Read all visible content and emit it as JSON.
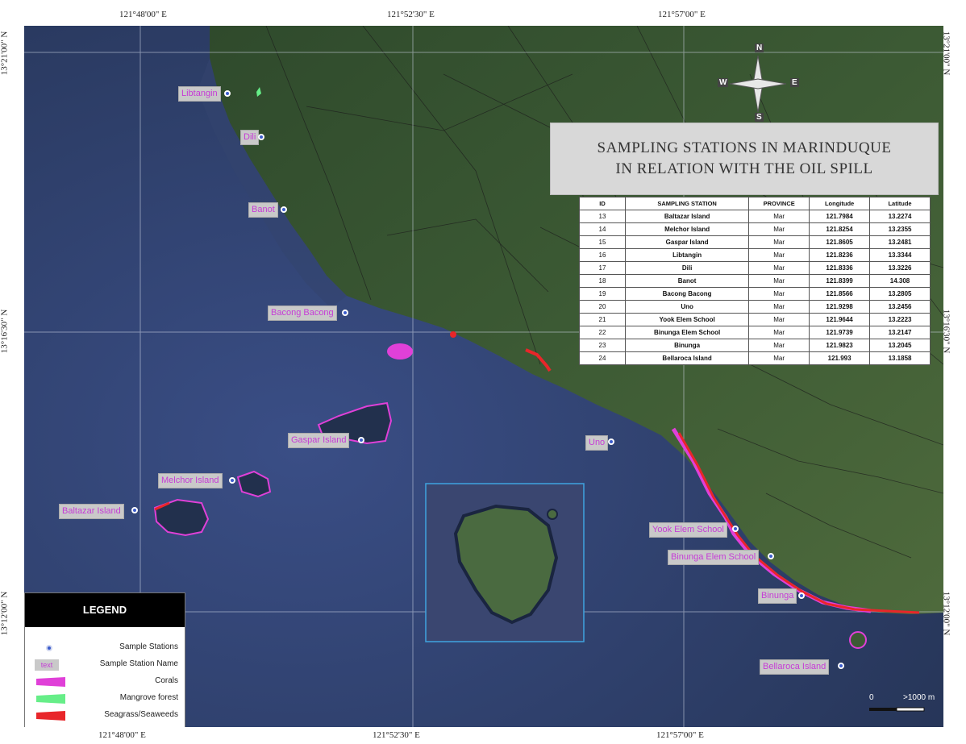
{
  "title": {
    "line1": "SAMPLING STATIONS IN MARINDUQUE",
    "line2": "IN RELATION WITH THE OIL SPILL"
  },
  "coords": {
    "top": [
      "121°48'00\" E",
      "121°52'30\" E",
      "121°57'00\" E"
    ],
    "bottom": [
      "121°48'00\" E",
      "121°52'30\" E",
      "121°57'00\" E"
    ],
    "left": [
      "13°21'00\" N",
      "13°16'30\" N",
      "13°12'00\" N"
    ],
    "right": [
      "13°21'00\" N",
      "13°16'30\" N",
      "13°12'00\" N"
    ]
  },
  "compass": {
    "n": "N",
    "s": "S",
    "e": "E",
    "w": "W"
  },
  "table": {
    "headers": [
      "ID",
      "SAMPLING STATION",
      "PROVINCE",
      "Longitude",
      "Latitude"
    ],
    "rows": [
      [
        "13",
        "Baltazar Island",
        "Mar",
        "121.7984",
        "13.2274"
      ],
      [
        "14",
        "Melchor Island",
        "Mar",
        "121.8254",
        "13.2355"
      ],
      [
        "15",
        "Gaspar Island",
        "Mar",
        "121.8605",
        "13.2481"
      ],
      [
        "16",
        "Libtangin",
        "Mar",
        "121.8236",
        "13.3344"
      ],
      [
        "17",
        "Dili",
        "Mar",
        "121.8336",
        "13.3226"
      ],
      [
        "18",
        "Banot",
        "Mar",
        "121.8399",
        "14.308"
      ],
      [
        "19",
        "Bacong Bacong",
        "Mar",
        "121.8566",
        "13.2805"
      ],
      [
        "20",
        "Uno",
        "Mar",
        "121.9298",
        "13.2456"
      ],
      [
        "21",
        "Yook Elem School",
        "Mar",
        "121.9644",
        "13.2223"
      ],
      [
        "22",
        "Binunga Elem School",
        "Mar",
        "121.9739",
        "13.2147"
      ],
      [
        "23",
        "Binunga",
        "Mar",
        "121.9823",
        "13.2045"
      ],
      [
        "24",
        "Bellaroca Island",
        "Mar",
        "121.993",
        "13.1858"
      ]
    ]
  },
  "stations": [
    {
      "name": "Libtangin"
    },
    {
      "name": "Dili"
    },
    {
      "name": "Banot"
    },
    {
      "name": "Bacong Bacong"
    },
    {
      "name": "Gaspar Island"
    },
    {
      "name": "Melchor Island"
    },
    {
      "name": "Baltazar Island"
    },
    {
      "name": "Uno"
    },
    {
      "name": "Yook Elem School"
    },
    {
      "name": "Binunga Elem School"
    },
    {
      "name": "Binunga"
    },
    {
      "name": "Bellaroca Island"
    }
  ],
  "legend": {
    "title": "LEGEND",
    "items": [
      {
        "label": "Sample Stations",
        "symbol": "station-dot"
      },
      {
        "label": "Sample Station Name",
        "symbol": "text-box",
        "sym_text": "text"
      },
      {
        "label": "Corals",
        "symbol": "coral-swatch",
        "color": "#e040d8"
      },
      {
        "label": "Mangrove forest",
        "symbol": "mangrove-swatch",
        "color": "#66ee88"
      },
      {
        "label": "Seagrass/Seaweeds",
        "symbol": "seagrass-swatch",
        "color": "#e8262a"
      }
    ]
  },
  "scale": {
    "zero": "0",
    "end": ">1000 m"
  },
  "colors": {
    "sea": "#2f3f6e",
    "land": "#3f5a35",
    "coral": "#e040d8",
    "mangrove": "#66ee88",
    "seagrass": "#e8262a",
    "station": "#3b5ccc",
    "label_text": "#c63cd6"
  }
}
